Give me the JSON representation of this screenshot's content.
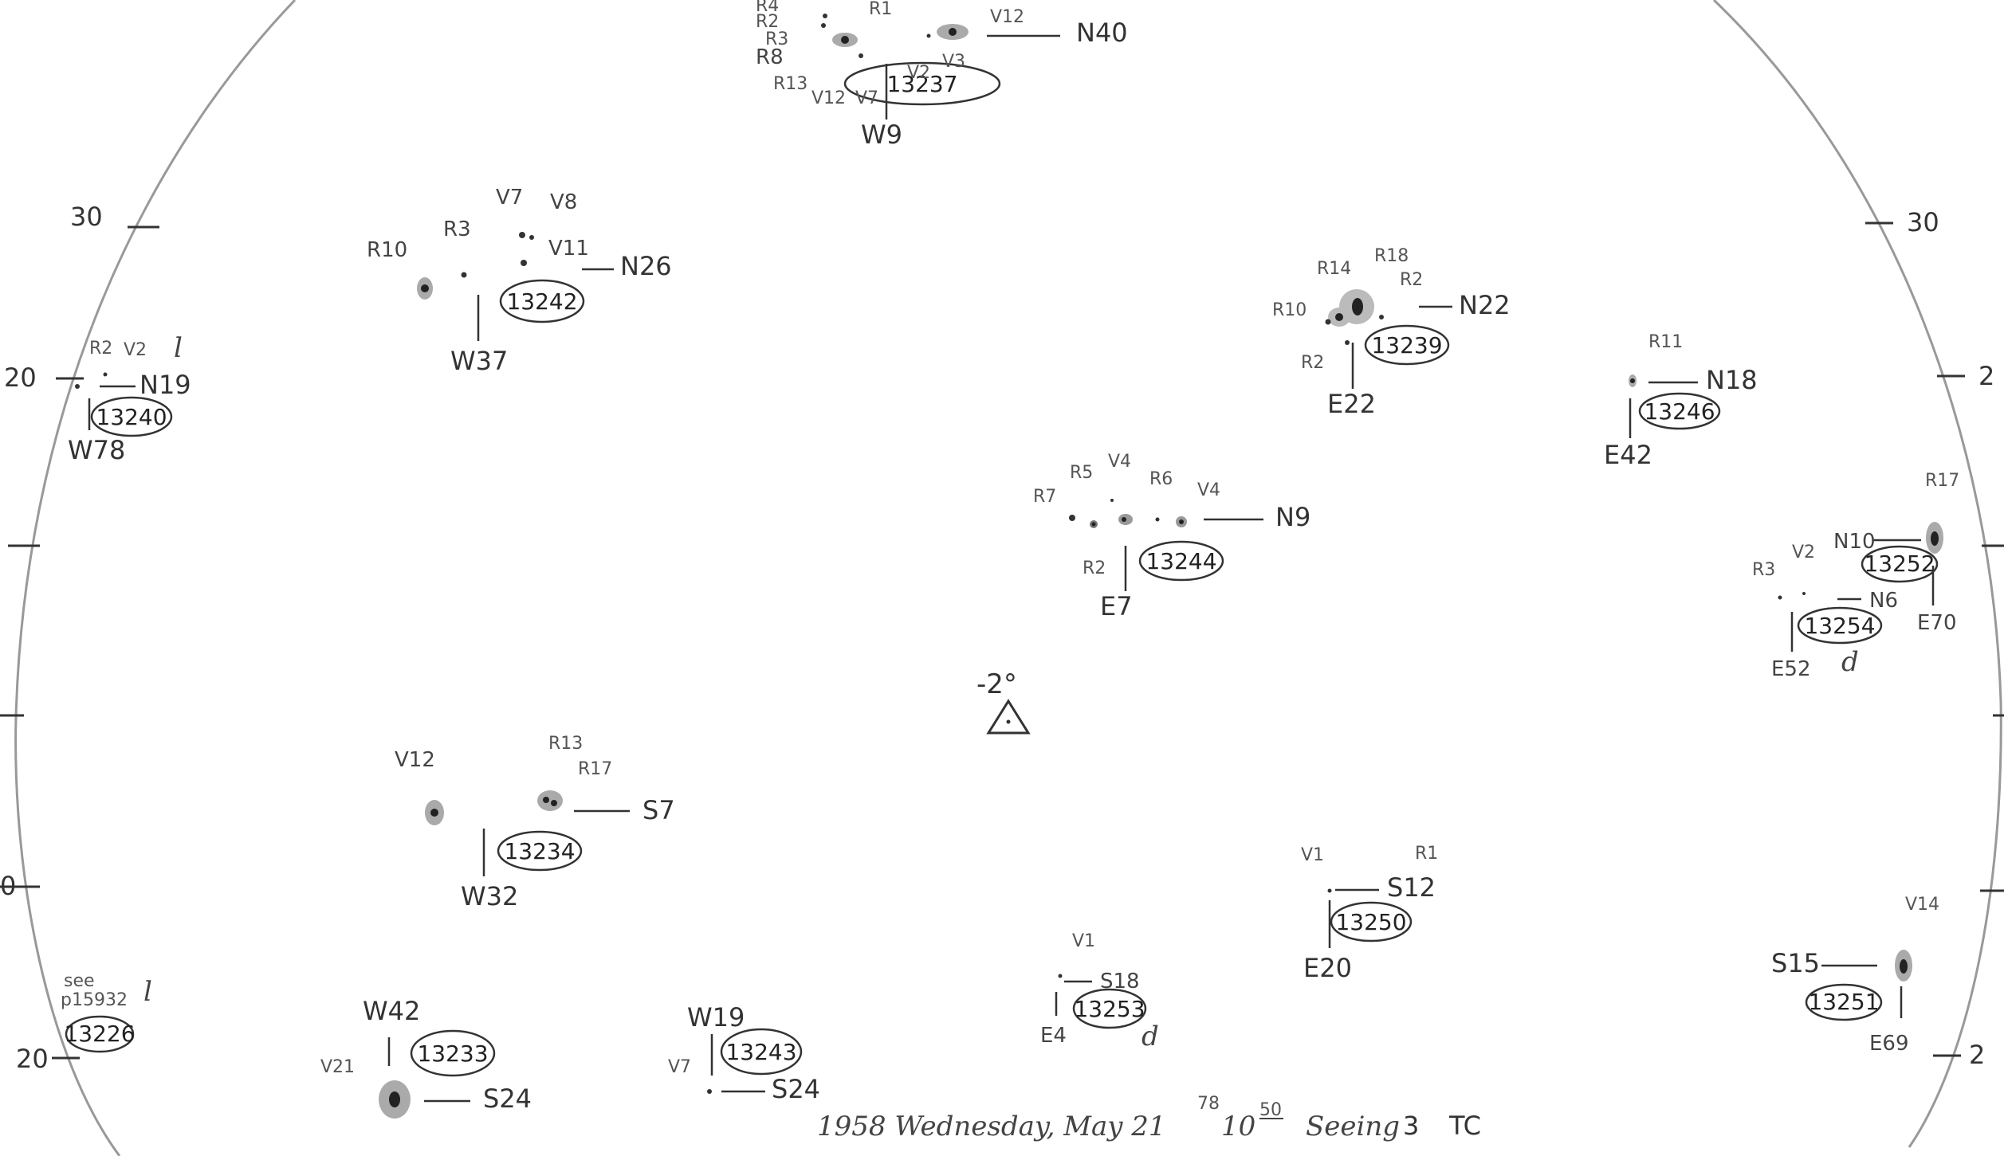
{
  "scale": {
    "left": [
      "30",
      "20",
      "0",
      "20"
    ],
    "right": [
      "30",
      "2",
      "2"
    ]
  },
  "center": {
    "angle": "-2°"
  },
  "groups": {
    "g13237": {
      "id": "13237",
      "ns": "N40",
      "ew": "W9",
      "spots": [
        "R4",
        "R2",
        "R1",
        "R3",
        "R8",
        "R13",
        "V12",
        "V7",
        "V12",
        "V2",
        "V3"
      ]
    },
    "g13242": {
      "id": "13242",
      "ns": "N26",
      "ew": "W37",
      "spots": [
        "R10",
        "R3",
        "V7",
        "V8",
        "V11"
      ]
    },
    "g13240": {
      "id": "13240",
      "ns": "N19",
      "ew": "W78",
      "spots": [
        "R2",
        "V2"
      ],
      "mark": "l"
    },
    "g13239": {
      "id": "13239",
      "ns": "N22",
      "ew": "E22",
      "spots": [
        "R10",
        "R14",
        "R18",
        "R2",
        "R2"
      ]
    },
    "g13246": {
      "id": "13246",
      "ns": "N18",
      "ew": "E42",
      "spots": [
        "R11"
      ]
    },
    "g13244": {
      "id": "13244",
      "ns": "N9",
      "ew": "E7",
      "spots": [
        "R7",
        "R5",
        "V4",
        "R6",
        "V4",
        "R2"
      ]
    },
    "g13252": {
      "id": "13252",
      "ns": "N10",
      "ew": "E70",
      "spots": [
        "R17"
      ]
    },
    "g13254": {
      "id": "13254",
      "ns": "N6",
      "ew": "E52",
      "spots": [
        "R3",
        "V2"
      ],
      "mark": "d"
    },
    "g13234": {
      "id": "13234",
      "ns": "S7",
      "ew": "W32",
      "spots": [
        "V12",
        "R13",
        "R17"
      ]
    },
    "g13250": {
      "id": "13250",
      "ns": "S12",
      "ew": "E20",
      "spots": [
        "V1",
        "R1"
      ]
    },
    "g13253": {
      "id": "13253",
      "ns": "S18",
      "ew": "E4",
      "spots": [
        "V1"
      ],
      "mark": "d"
    },
    "g13251": {
      "id": "13251",
      "ns": "S15",
      "ew": "E69",
      "spots": [
        "V14"
      ]
    },
    "g13226": {
      "id": "13226",
      "note_1": "see",
      "note_2": "p15932",
      "mark": "l"
    },
    "g13233": {
      "id": "13233",
      "ns": "S24",
      "ew": "W42",
      "spots": [
        "V21"
      ]
    },
    "g13243": {
      "id": "13243",
      "ns": "S24",
      "ew": "W19",
      "spots": [
        "V7"
      ]
    }
  },
  "footer": {
    "text": "1958 Wednesday, May 21",
    "date_frac": "78",
    "time": "10",
    "time_sup": "50",
    "seeing_label": "Seeing",
    "seeing_value": "3",
    "observer": "TC"
  }
}
